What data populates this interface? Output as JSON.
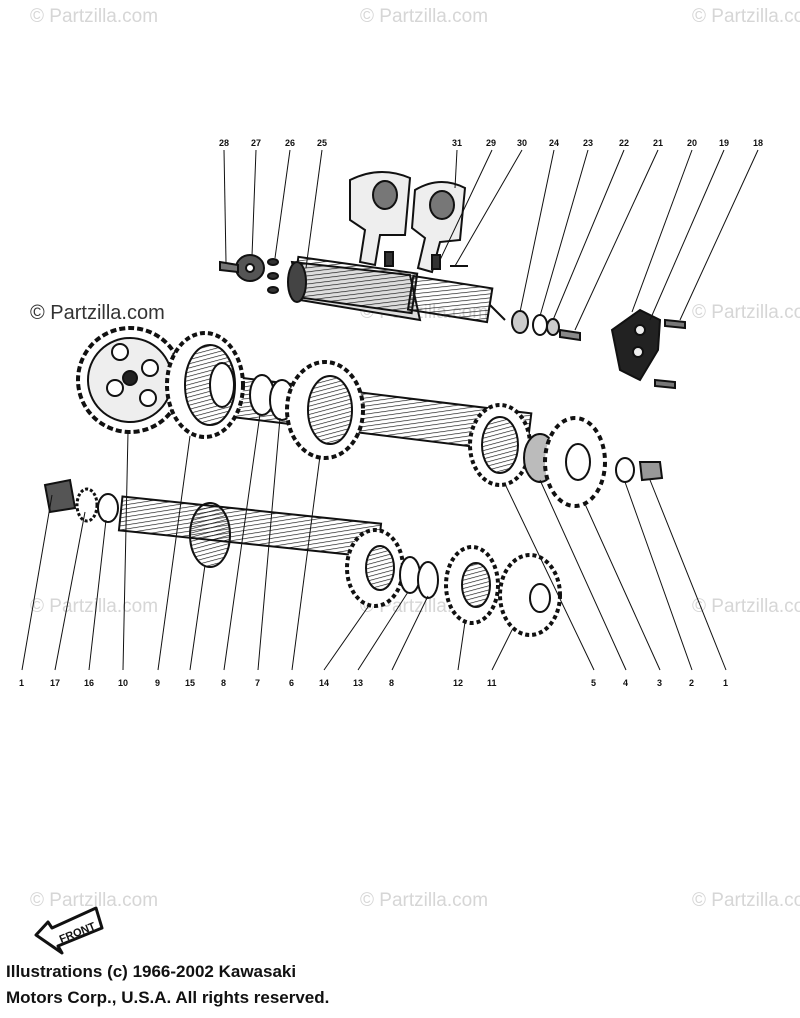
{
  "watermark": "© Partzilla.com",
  "watermark_dark": "© Partzilla.com",
  "front_label": "FRONT",
  "copyright": {
    "line1": "Illustrations (c) 1966-2002 Kawasaki",
    "line2": "Motors Corp., U.S.A.  All rights reserved."
  },
  "callouts_top": [
    "28",
    "27",
    "26",
    "25",
    "31",
    "29",
    "30",
    "24",
    "23",
    "22",
    "21",
    "20",
    "19",
    "18"
  ],
  "callouts_bottom": [
    "1",
    "17",
    "16",
    "10",
    "9",
    "15",
    "8",
    "7",
    "6",
    "14",
    "13",
    "8",
    "12",
    "11",
    "5",
    "4",
    "3",
    "2",
    "1"
  ],
  "colors": {
    "ink": "#111111",
    "watermark": "#d6d6d6"
  }
}
